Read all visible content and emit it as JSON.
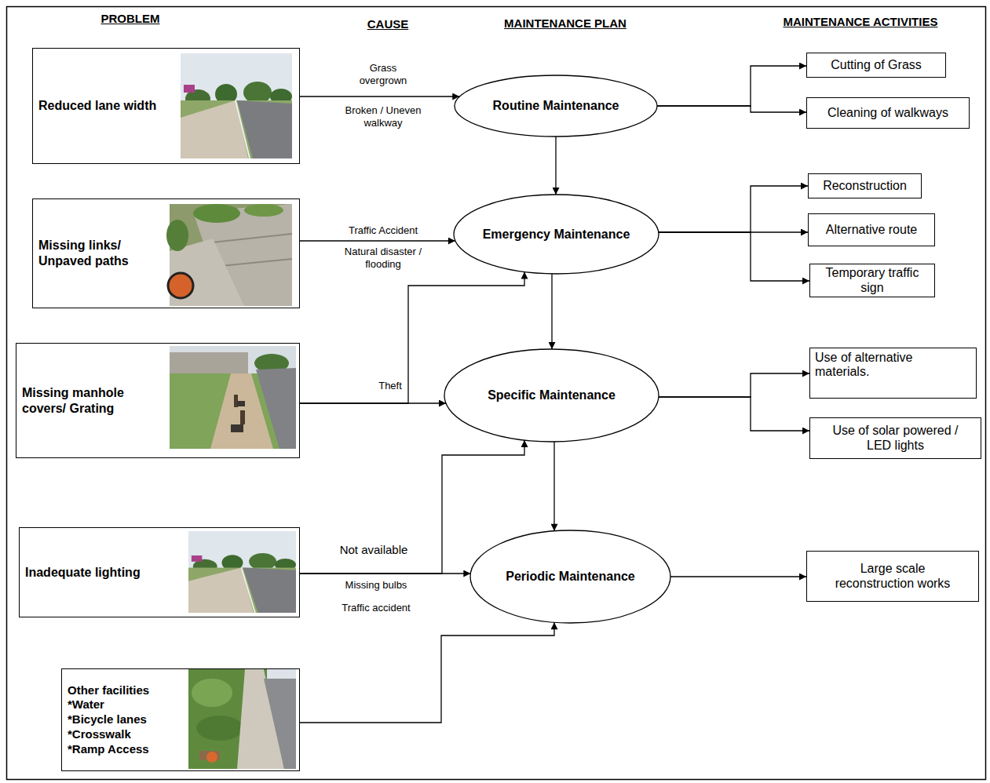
{
  "diagram": {
    "nodes": [
      {
        "text": [
          "Reduced lane width"
        ]
      },
      {
        "text": [
          "Missing links/ Unpaved paths"
        ]
      },
      {
        "text": [
          "Missing manhole covers/ Grating"
        ]
      },
      {
        "text": [
          "Inadequate lighting"
        ]
      },
      {
        "text": [
          "Other facilities",
          "*Water",
          "*Bicycle lanes",
          "*Crosswalk",
          "*Ramp Access"
        ]
      },
      {
        "text": [
          "Routine Maintenance"
        ]
      },
      {
        "text": [
          "Emergency Maintenance"
        ]
      },
      {
        "text": [
          "Specific Maintenance"
        ]
      },
      {
        "text": [
          "Periodic Maintenance"
        ]
      },
      {
        "text": [
          "Cutting of Grass"
        ]
      },
      {
        "text": [
          "Cleaning of walkways"
        ]
      },
      {
        "text": [
          "Reconstruction"
        ]
      },
      {
        "text": [
          "Alternative route"
        ]
      },
      {
        "text": [
          "Temporary traffic sign"
        ]
      },
      {
        "text": [
          "Use of alternative materials."
        ]
      },
      {
        "text": [
          "Use of solar powered / LED lights"
        ]
      },
      {
        "text": [
          "Large scale reconstruction works"
        ]
      }
    ],
    "edges": [
      {
        "from": 0,
        "to": 5,
        "arrow": "to",
        "label": "Grass overgrown"
      },
      {
        "from": 5,
        "to": 6,
        "arrow": "to"
      },
      {
        "from": 5,
        "to": 9,
        "arrow": "to"
      },
      {
        "from": 5,
        "to": 10,
        "arrow": "to"
      },
      {
        "from": 1,
        "to": 6,
        "arrow": "to",
        "label": "Traffic Accident"
      },
      {
        "from": 6,
        "to": 7,
        "arrow": "to"
      },
      {
        "from": 6,
        "to": 11,
        "arrow": "to"
      },
      {
        "from": 6,
        "to": 12,
        "arrow": "to"
      },
      {
        "from": 6,
        "to": 13,
        "arrow": "to"
      },
      {
        "from": 2,
        "to": 7,
        "arrow": "to"
      },
      {
        "from": 2,
        "to": 6,
        "arrow": "to",
        "label": "Theft"
      },
      {
        "from": 7,
        "to": 8,
        "arrow": "to"
      },
      {
        "from": 7,
        "to": 14,
        "arrow": "to"
      },
      {
        "from": 7,
        "to": 15,
        "arrow": "to"
      },
      {
        "from": 3,
        "to": 8,
        "arrow": "to",
        "label": "Not available"
      },
      {
        "from": 3,
        "to": 7,
        "arrow": "to"
      },
      {
        "from": 4,
        "to": 8,
        "arrow": "to"
      },
      {
        "from": 8,
        "to": 16,
        "arrow": "to"
      }
    ],
    "labels": [
      "PROBLEM",
      "CAUSE",
      "MAINTENANCE PLAN",
      "MAINTENANCE ACTIVITIES",
      "Broken / Uneven walkway",
      "Natural disaster / flooding",
      "Missing bulbs",
      "Traffic accident"
    ]
  }
}
